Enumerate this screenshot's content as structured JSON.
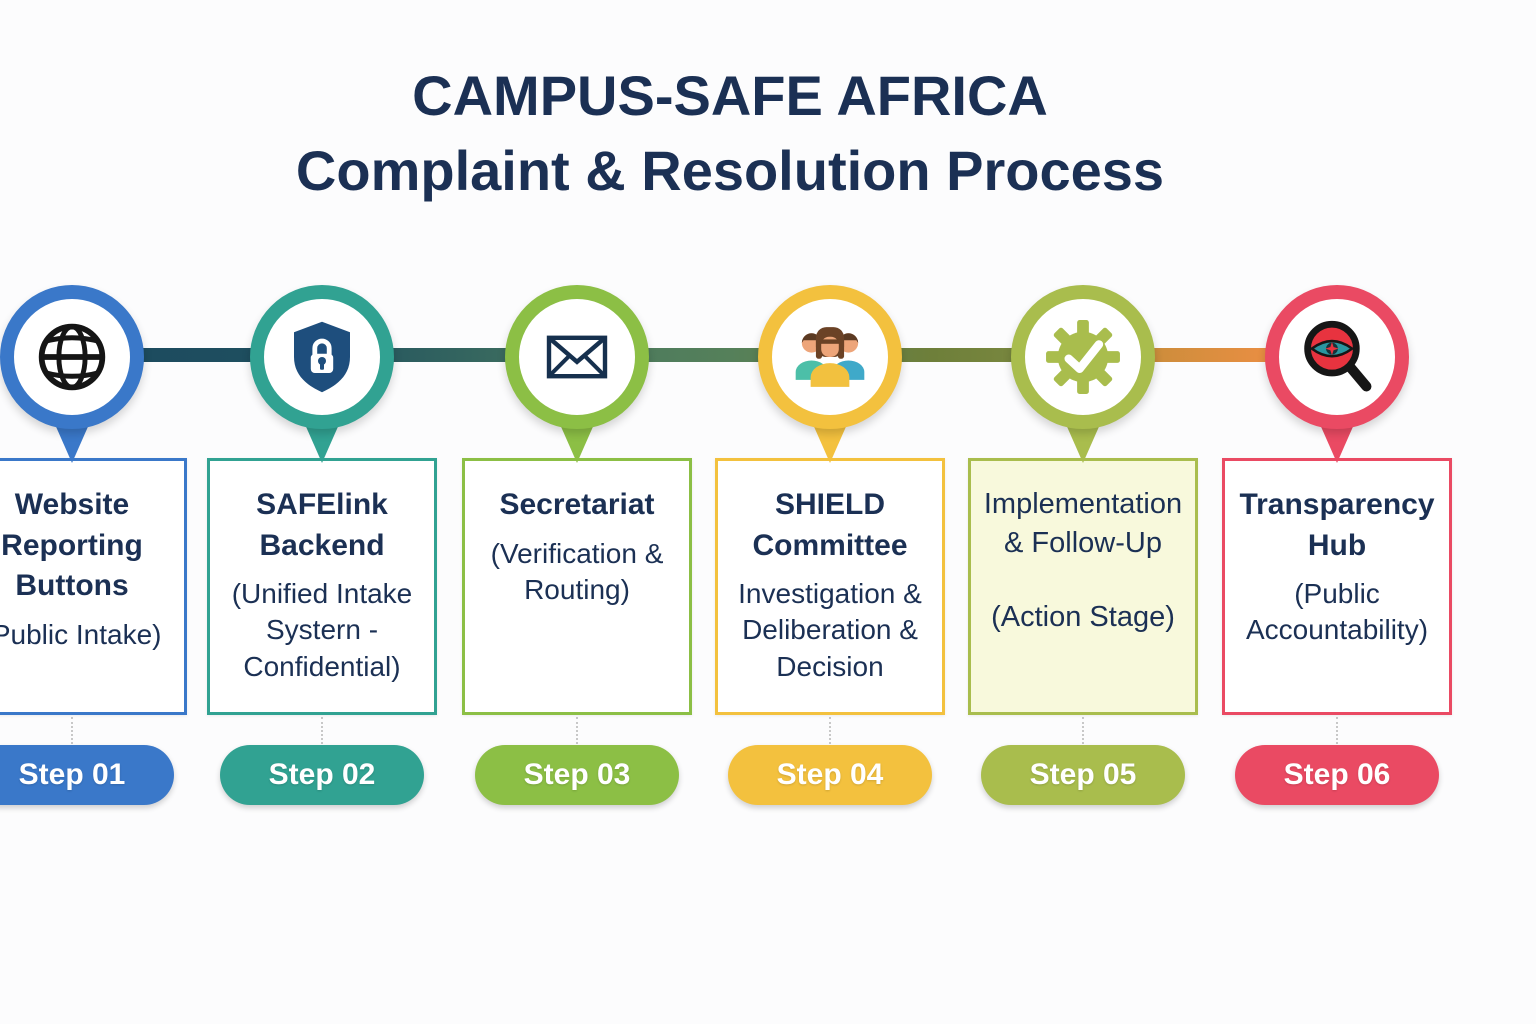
{
  "title": {
    "line1": "CAMPUS-SAFE AFRICA",
    "line2": "Complaint & Resolution Process",
    "color": "#1b3054"
  },
  "steps": [
    {
      "label": "Step 01",
      "icon": "globe-icon",
      "box_title": "Website Reporting Buttons",
      "box_subtitle": "(Public Intake)",
      "color": "#3a78c9"
    },
    {
      "label": "Step 02",
      "icon": "shield-lock-icon",
      "box_title": "SAFElink Backend",
      "box_subtitle": "(Unified Intake Systern - Confidential)",
      "color": "#31a292"
    },
    {
      "label": "Step 03",
      "icon": "envelope-icon",
      "box_title": "Secretariat",
      "box_subtitle": "(Verification & Routing)",
      "color": "#8cbf45"
    },
    {
      "label": "Step 04",
      "icon": "committee-people-icon",
      "box_title": "SHIELD Committee",
      "box_subtitle": "Investigation & Deliberation & Decision",
      "color": "#f3c13e"
    },
    {
      "label": "Step 05",
      "icon": "gear-check-icon",
      "box_title": "Implementation & Follow-Up",
      "box_subtitle": "(Action Stage)",
      "color": "#a9bd4d",
      "box_fill": "#f8f9dc"
    },
    {
      "label": "Step 06",
      "icon": "eye-magnifier-icon",
      "box_title": "Transparency Hub",
      "box_subtitle": "(Public Accountability)",
      "color": "#ea4a63"
    }
  ],
  "connector_colors": [
    "#1c4a5f",
    "#35665f",
    "#4c7a5e",
    "#6e7f3a",
    "#ee8f44"
  ]
}
